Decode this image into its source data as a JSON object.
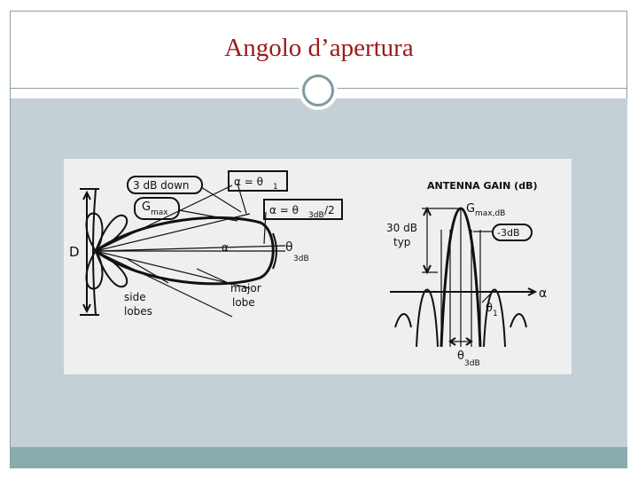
{
  "slide": {
    "title": "Angolo d’apertura"
  },
  "figure": {
    "pattern_labels": {
      "three_db_down": "3 dB down",
      "g_max": "G",
      "g_max_sub": "max",
      "alpha_theta1": "α = θ",
      "alpha_theta1_sub": "1",
      "alpha_theta3": "α = θ",
      "alpha_theta3_sub": "3dB",
      "alpha_theta3_tail": "/2",
      "alpha": "α",
      "theta_3db": "θ",
      "theta_3db_sub": "3dB",
      "d": "D",
      "side": "side",
      "lobes": "lobes",
      "major": "major",
      "lobe": "lobe"
    },
    "gain_labels": {
      "heading": "ANTENNA GAIN (dB)",
      "g_max": "G",
      "g_max_sub": "max,dB",
      "minus3": "-3dB",
      "thirty_db": "30 dB",
      "typ": "typ",
      "theta1": "θ",
      "theta1_sub": "1",
      "theta3": "θ",
      "theta3_sub": "3dB",
      "alpha_axis": "α"
    }
  }
}
